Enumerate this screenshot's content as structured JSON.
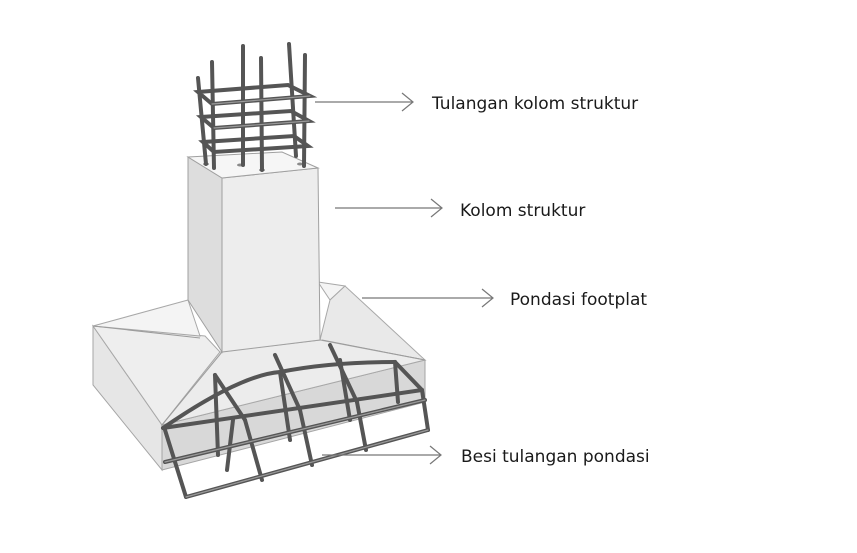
{
  "labels": {
    "column_rebar": "Tulangan kolom struktur",
    "column": "Kolom struktur",
    "footplate": "Pondasi footplat",
    "foundation_rebar": "Besi tulangan pondasi"
  },
  "colors": {
    "concrete_light": "#f1f1f1",
    "concrete_mid": "#e3e3e3",
    "concrete_dark": "#d0d0d0",
    "rebar": "#555555",
    "arrow": "#777777"
  }
}
